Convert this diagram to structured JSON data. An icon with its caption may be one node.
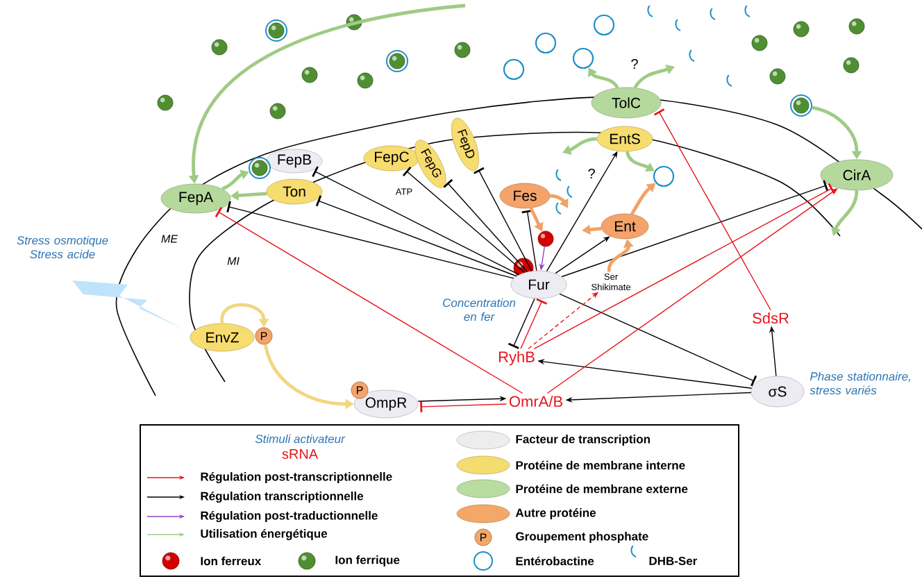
{
  "diagram": {
    "nodes": [
      {
        "text": [
          "FepA"
        ]
      },
      {
        "text": [
          "FepB"
        ]
      },
      {
        "text": [
          "Ton"
        ]
      },
      {
        "text": [
          "FepC"
        ]
      },
      {
        "text": [
          "FepG"
        ]
      },
      {
        "text": [
          "FepD"
        ]
      },
      {
        "text": [
          "TolC"
        ]
      },
      {
        "text": [
          "EntS"
        ]
      },
      {
        "text": [
          "CirA"
        ]
      },
      {
        "text": [
          "Fes"
        ]
      },
      {
        "text": [
          "Ent"
        ]
      },
      {
        "text": [
          "Fur"
        ]
      },
      {
        "text": [
          "EnvZ"
        ]
      },
      {
        "text": [
          "OmpR"
        ]
      },
      {
        "text": [
          "RyhB"
        ]
      },
      {
        "text": [
          "OmrA/B"
        ]
      },
      {
        "text": [
          "SdsR"
        ]
      },
      {
        "text": [
          "σS"
        ]
      },
      {
        "text": [
          "Ser Shikimate"
        ]
      },
      {
        "text": [],
        "shape": "circle"
      },
      {
        "text": [],
        "shape": "circle"
      },
      {
        "text": [],
        "shape": "circle"
      },
      {
        "text": [],
        "shape": "circle"
      },
      {
        "text": [
          "P"
        ]
      },
      {
        "text": [],
        "shape": "circle"
      },
      {
        "text": [],
        "shape": "circle"
      },
      {
        "text": [],
        "shape": "circle"
      },
      {
        "text": [],
        "shape": "circle"
      },
      {
        "text": [],
        "shape": "circle"
      },
      {
        "text": [],
        "shape": "circle"
      }
    ],
    "edges": [
      {
        "from": 11,
        "to": 0,
        "arrow": "other"
      },
      {
        "from": 11,
        "to": 1,
        "arrow": "other"
      },
      {
        "from": 11,
        "to": 2,
        "arrow": "other"
      },
      {
        "from": 11,
        "to": 3,
        "arrow": "other"
      },
      {
        "from": 11,
        "to": 4,
        "arrow": "other"
      },
      {
        "from": 11,
        "to": 5,
        "arrow": "other"
      },
      {
        "from": 11,
        "to": 9,
        "arrow": "other"
      },
      {
        "from": 11,
        "to": 7,
        "arrow": "to"
      },
      {
        "from": 11,
        "to": 10,
        "arrow": "to"
      },
      {
        "from": 11,
        "to": 8,
        "arrow": "other"
      },
      {
        "from": 11,
        "to": 14,
        "arrow": "other"
      },
      {
        "from": 14,
        "to": 11,
        "arrow": "other",
        "color": "#e8141c"
      },
      {
        "from": 11,
        "to": 17,
        "arrow": "other"
      },
      {
        "from": 17,
        "to": 14,
        "arrow": "to"
      },
      {
        "from": 17,
        "to": 15,
        "arrow": "to"
      },
      {
        "from": 17,
        "to": 16,
        "arrow": "to"
      },
      {
        "from": 13,
        "to": 15,
        "arrow": "to"
      },
      {
        "from": 15,
        "to": 13,
        "arrow": "other",
        "color": "#e8141c"
      },
      {
        "from": 15,
        "to": 0,
        "arrow": "other",
        "color": "#e8141c"
      },
      {
        "from": 14,
        "to": 8,
        "arrow": "other",
        "color": "#e8141c"
      },
      {
        "from": 15,
        "to": 8,
        "arrow": "to",
        "color": "#e8141c"
      },
      {
        "from": 16,
        "to": 6,
        "arrow": "other",
        "color": "#e8141c"
      },
      {
        "from": 14,
        "to": 18,
        "arrow": "to",
        "style": "dashed",
        "color": "#e8141c"
      },
      {
        "from": 18,
        "to": 10,
        "arrow": "to",
        "style": "thick",
        "color": "#f0a266"
      },
      {
        "from": 9,
        "to": 19,
        "arrow": "to",
        "style": "thick",
        "color": "#f0a266"
      },
      {
        "from": 19,
        "to": 11,
        "arrow": "to",
        "color": "#8e44c9"
      },
      {
        "from": 23,
        "to": 13,
        "arrow": "to",
        "style": "thick",
        "color": "#f2d680"
      },
      {
        "from": 2,
        "to": 0,
        "arrow": "to",
        "style": "thick",
        "color": "#9fcb85"
      },
      {
        "from": null,
        "to": 0,
        "arrow": "to",
        "style": "thick",
        "color": "#9fcb85"
      },
      {
        "from": 0,
        "to": 20,
        "arrow": "to",
        "style": "thick",
        "color": "#9fcb85"
      },
      {
        "from": 6,
        "to": 28,
        "arrow": "to",
        "style": "thick",
        "color": "#9fcb85"
      },
      {
        "from": 6,
        "to": null,
        "arrow": "to",
        "style": "thick",
        "color": "#9fcb85"
      },
      {
        "from": 21,
        "to": 8,
        "arrow": "to",
        "style": "thick",
        "color": "#9fcb85"
      },
      {
        "from": 8,
        "to": null,
        "arrow": "to",
        "style": "thick",
        "color": "#9fcb85"
      },
      {
        "from": 7,
        "to": null,
        "arrow": "to",
        "style": "thick",
        "color": "#9fcb85"
      },
      {
        "from": 7,
        "to": 22,
        "arrow": "to",
        "style": "thick",
        "color": "#9fcb85"
      },
      {
        "from": 9,
        "to": null,
        "arrow": "to",
        "style": "thick",
        "color": "#f0a266"
      },
      {
        "from": 10,
        "to": 22,
        "arrow": "to",
        "style": "thick",
        "color": "#f0a266"
      },
      {
        "from": 10,
        "to": null,
        "arrow": "to",
        "style": "thick",
        "color": "#f0a266"
      },
      {
        "from": 12,
        "to": 23,
        "arrow": "to",
        "style": "thick",
        "color": "#f2d680"
      }
    ],
    "labels": [
      "Stress osmotique Stress acide",
      "ME",
      "MI",
      "?",
      "ATP",
      "?",
      "Concentration en fer",
      "P",
      "Phase stationnaire, stress variés",
      "P"
    ],
    "legend": [
      {
        "text": "Stimuli activateur"
      },
      {
        "text": "sRNA"
      },
      {
        "text": "Facteur de transcription",
        "color": "#ededed"
      },
      {
        "text": "Régulation post-transcriptionnelle"
      },
      {
        "text": "Protéine de membrane interne",
        "color": "#f5dc6e"
      },
      {
        "text": "Régulation transcriptionnelle"
      },
      {
        "text": "Protéine de membrane externe",
        "color": "#b9dca0"
      },
      {
        "text": "Régulation post-traductionnelle"
      },
      {
        "text": "Autre protéine",
        "color": "#f3a868"
      },
      {
        "text": "Utilisation énergétique"
      },
      {
        "text": "Groupement phosphate",
        "color": "#f3a868"
      },
      {
        "text": "Ion ferreux",
        "color": "#d40000"
      },
      {
        "text": "Ion ferrique",
        "color": "#4f8f32"
      },
      {
        "text": "Entérobactine"
      },
      {
        "text": "DHB-Ser"
      }
    ]
  }
}
